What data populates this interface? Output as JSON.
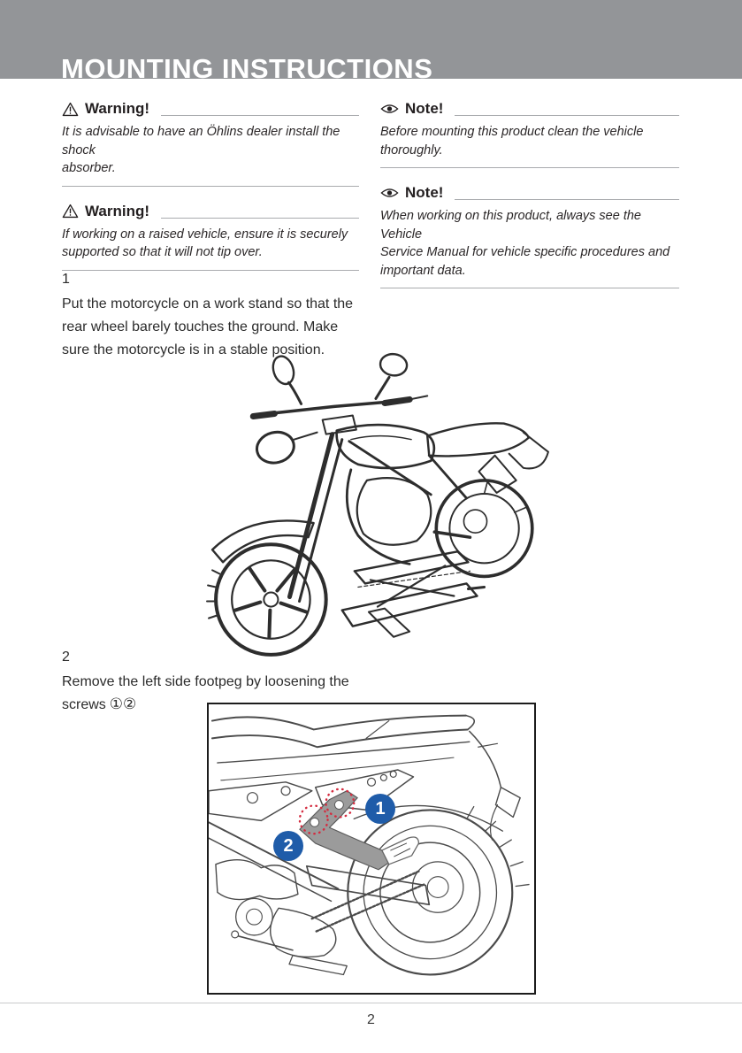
{
  "header": {
    "title": "MOUNTING INSTRUCTIONS",
    "bg_color": "#939598",
    "text_color": "#ffffff"
  },
  "notices": {
    "left": [
      {
        "icon": "warning-triangle-icon",
        "heading": "Warning!",
        "body": "It is advisable to have an Öhlins dealer install the shock\nabsorber."
      },
      {
        "icon": "warning-triangle-icon",
        "heading": "Warning!",
        "body": "If working on a raised vehicle, ensure it is securely\nsupported so that it will not tip over."
      }
    ],
    "right": [
      {
        "icon": "eye-icon",
        "heading": "Note!",
        "body": "Before mounting this product clean the vehicle\nthoroughly."
      },
      {
        "icon": "eye-icon",
        "heading": "Note!",
        "body": "When working on this product, always see the Vehicle\nService Manual for vehicle specific procedures and\nimportant data."
      }
    ]
  },
  "steps": [
    {
      "number": "1",
      "text": "Put the motorcycle on a work stand so that the\nrear wheel barely touches the ground. Make\nsure the motorcycle is in a stable position."
    },
    {
      "number": "2",
      "text": "Remove the left side footpeg by loosening the\nscrews",
      "symbols": "①②"
    }
  ],
  "figures": {
    "figure1": {
      "name": "motorcycle-on-work-stand-line-art"
    },
    "figure2": {
      "name": "left-footpeg-removal-line-art",
      "callout_color": "#1f5ca9",
      "highlight_color": "#d42b3f",
      "callouts": [
        {
          "label": "1"
        },
        {
          "label": "2"
        }
      ]
    }
  },
  "footer": {
    "page_number": "2"
  }
}
